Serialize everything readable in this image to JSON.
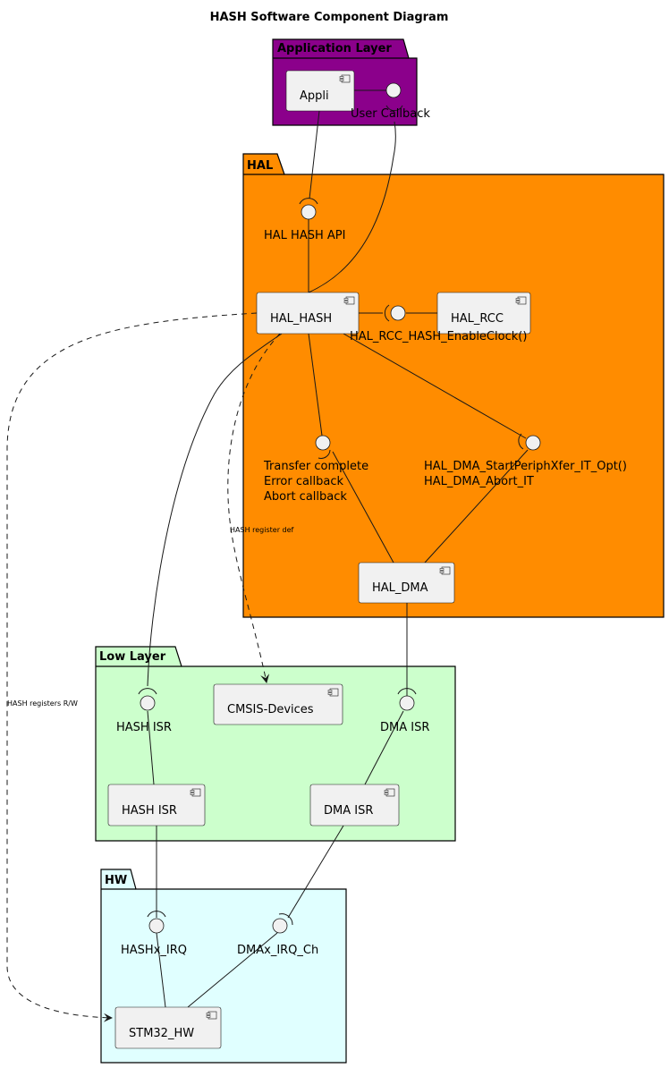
{
  "title": "HASH Software Component Diagram",
  "colors": {
    "application_layer": "#8b008b",
    "hal": "#ff8c00",
    "low_layer": "#ccffcc",
    "hw": "#e0ffff",
    "component_fill": "#f1f1f1",
    "stroke": "#181818"
  },
  "packages": {
    "application": "Application Layer",
    "hal": "HAL",
    "low_layer": "Low Layer",
    "hw": "HW"
  },
  "components": {
    "appli": "Appli",
    "hal_hash": "HAL_HASH",
    "hal_rcc": "HAL_RCC",
    "hal_dma": "HAL_DMA",
    "cmsis": "CMSIS-Devices",
    "hash_isr": "HASH ISR",
    "dma_isr": "DMA ISR",
    "stm32_hw": "STM32_HW"
  },
  "interfaces": {
    "user_callback": "User Callback",
    "hal_hash_api": "HAL HASH API",
    "rcc_enable": "HAL_RCC_HASH_EnableClock()",
    "callbacks": [
      "Transfer complete",
      "Error callback",
      "Abort callback"
    ],
    "dma_api": [
      "HAL_DMA_StartPeriphXfer_IT_Opt()",
      "HAL_DMA_Abort_IT"
    ],
    "hash_isr": "HASH ISR",
    "dma_isr": "DMA ISR",
    "hashx_irq": "HASHx_IRQ",
    "dmax_irq": "DMAx_IRQ_Ch"
  },
  "edges": {
    "hash_register_def": "HASH register def",
    "hash_registers_rw": "HASH registers R/W"
  }
}
